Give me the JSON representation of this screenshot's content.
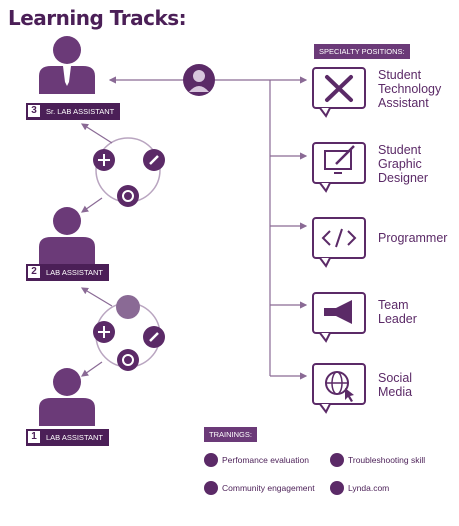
{
  "title": "Learning Tracks:",
  "ranks": [
    {
      "number": "3",
      "label": "Sr. LAB ASSISTANT"
    },
    {
      "number": "2",
      "label": "LAB ASSISTANT"
    },
    {
      "number": "1",
      "label": "LAB ASSISTANT"
    }
  ],
  "specialty": {
    "header": "SPECIALTY POSITIONS:",
    "positions": [
      {
        "lines": [
          "Student",
          "Technology",
          "Assistant"
        ],
        "icon": "tools-icon"
      },
      {
        "lines": [
          "Student",
          "Graphic",
          "Designer"
        ],
        "icon": "monitor-pen-icon"
      },
      {
        "lines": [
          "Programmer"
        ],
        "icon": "code-icon"
      },
      {
        "lines": [
          "Team",
          "Leader"
        ],
        "icon": "megaphone-icon"
      },
      {
        "lines": [
          "Social",
          "Media"
        ],
        "icon": "globe-cursor-icon"
      }
    ]
  },
  "trainings": {
    "header": "TRAININGS:",
    "items": [
      {
        "label": "Perfomance evaluation",
        "icon": "gear-hand-icon"
      },
      {
        "label": "Troubleshooting skill",
        "icon": "wrench-icon"
      },
      {
        "label": "Community engagement",
        "icon": "handshake-icon"
      },
      {
        "label": "Lynda.com",
        "icon": "lynda-icon"
      }
    ]
  },
  "colors": {
    "primary": "#5b2a67",
    "dark": "#4b1f57",
    "light": "#8a6a95"
  }
}
